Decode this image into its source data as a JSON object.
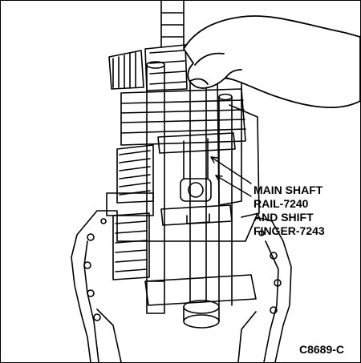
{
  "callout": {
    "line1": "MAIN SHAFT",
    "line2": "RAIL-7240",
    "line3": "AND SHIFT",
    "line4": "FINGER-7243"
  },
  "figure_code": "C8689-C"
}
